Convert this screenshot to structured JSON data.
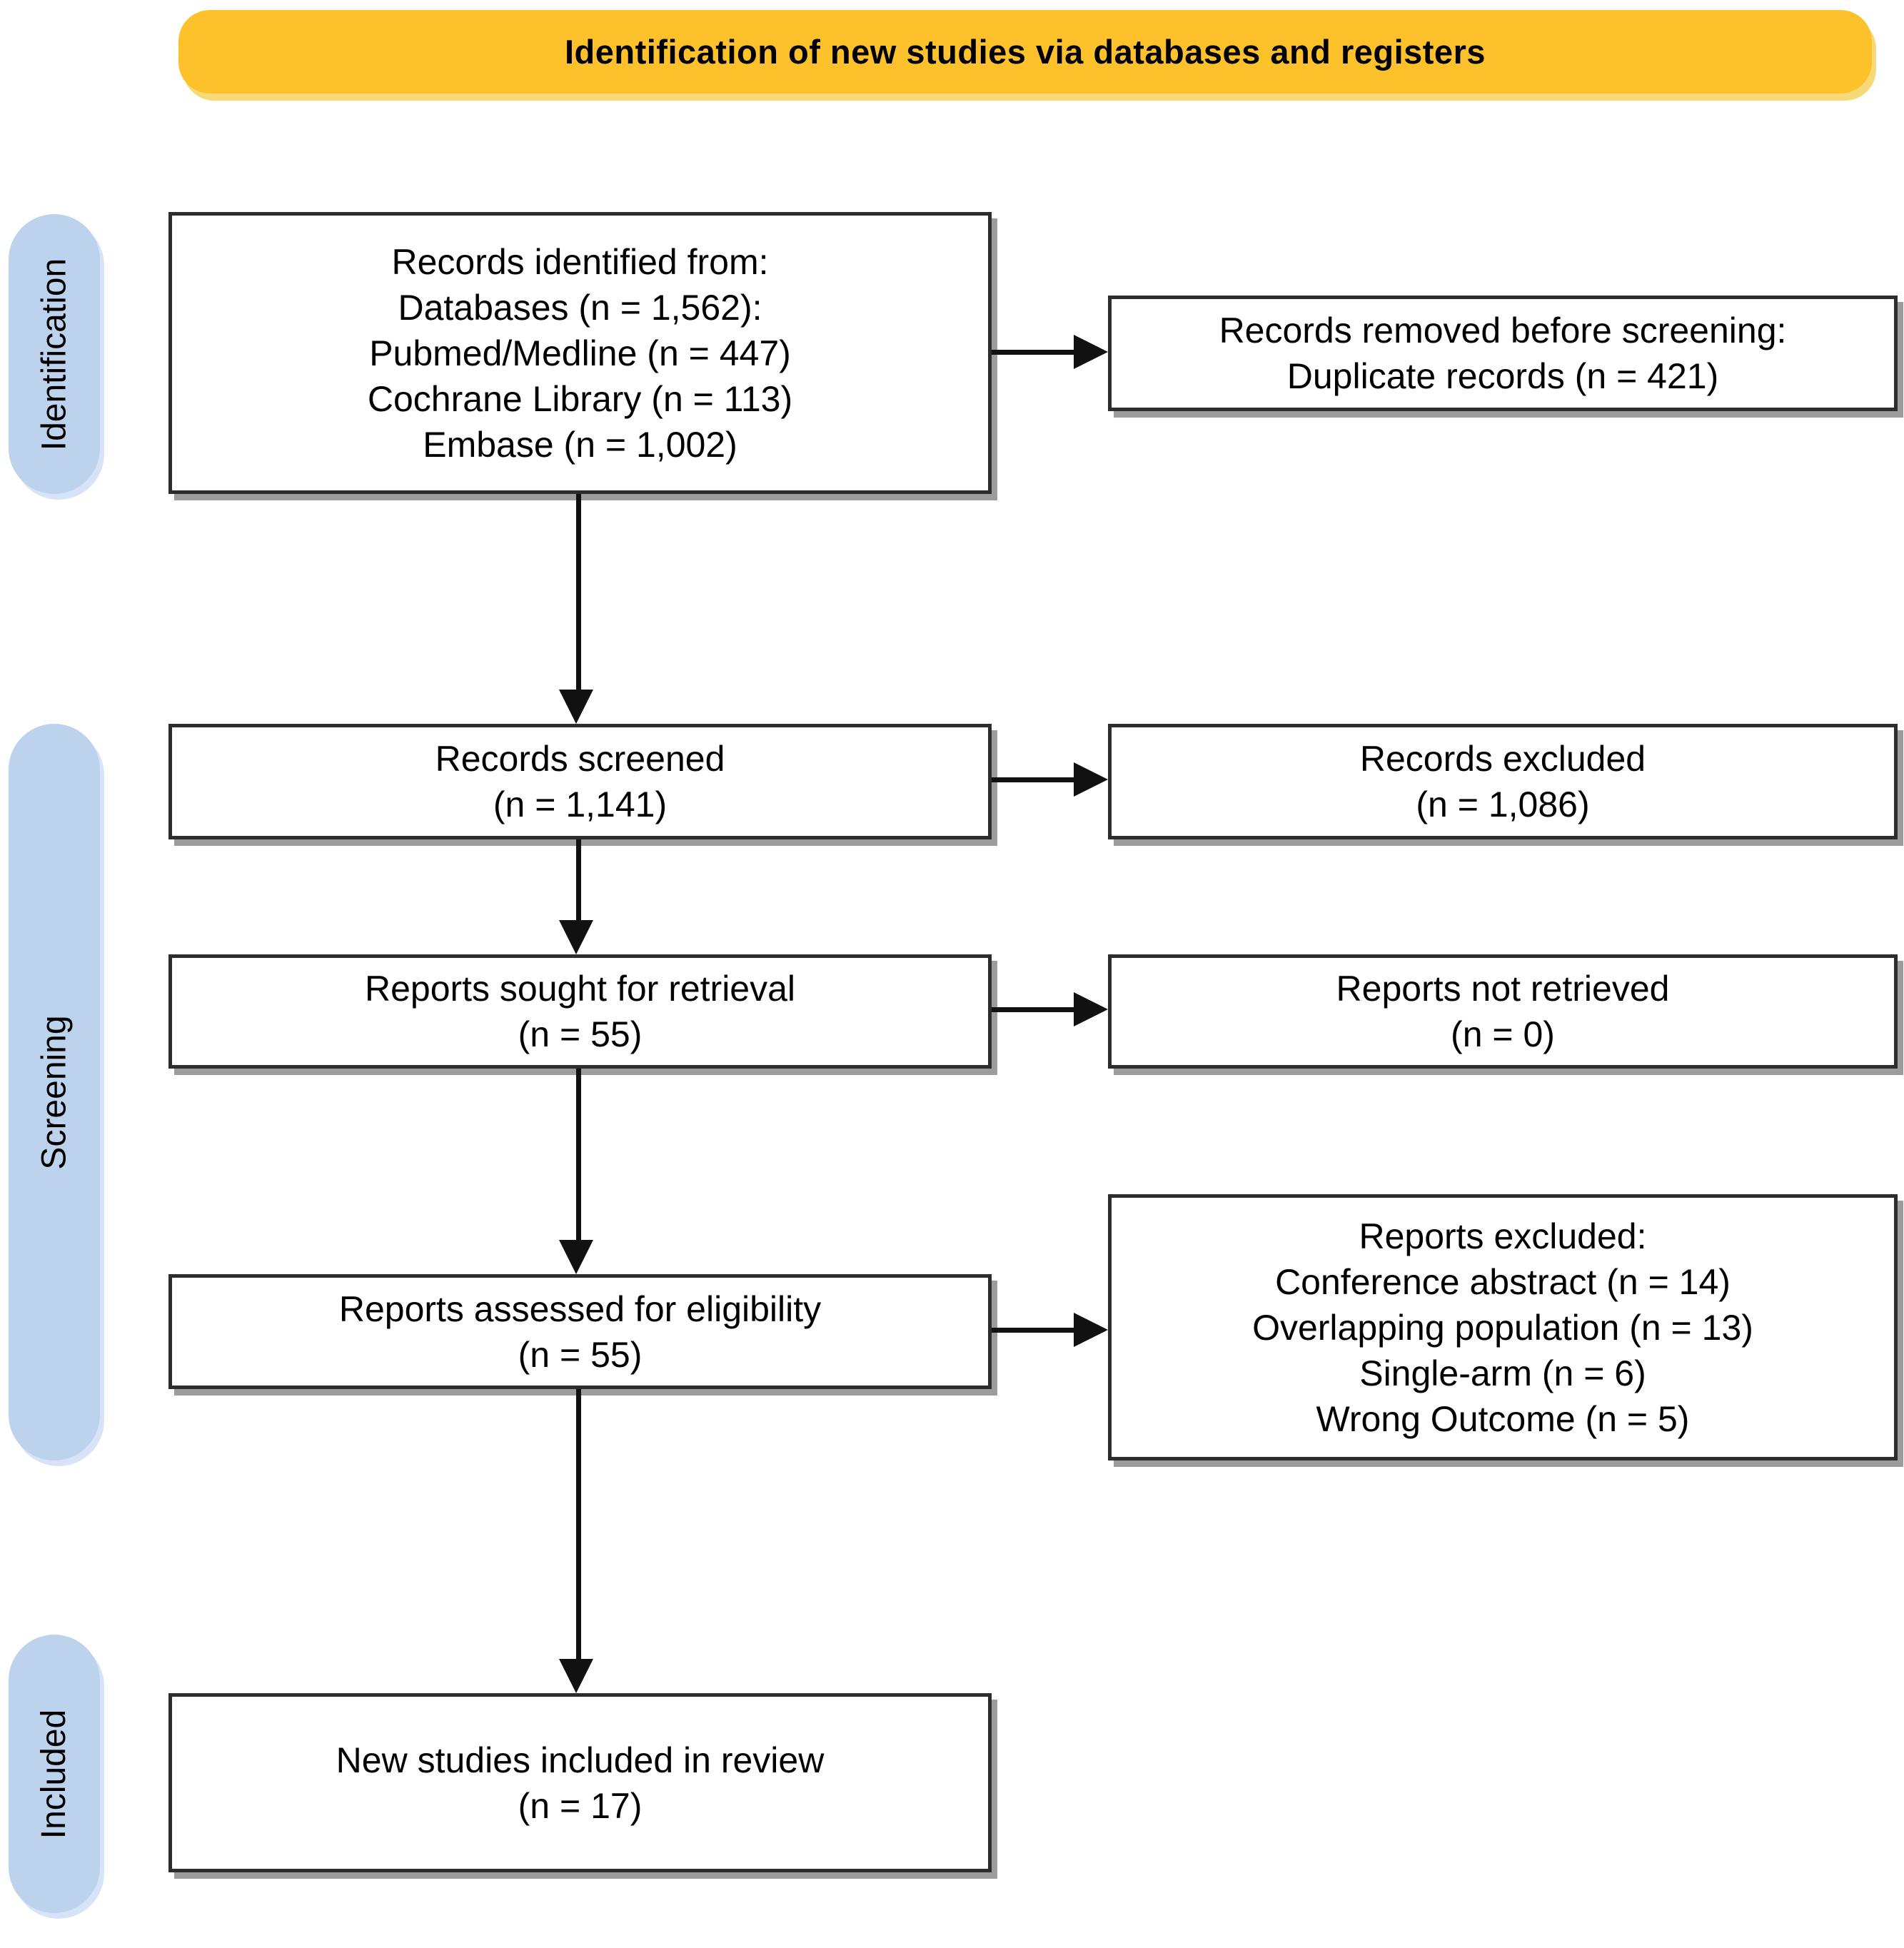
{
  "colors": {
    "banner_fill": "#FDC12B",
    "banner_shadow": "#F8D978",
    "pill_fill": "#BDD2ED",
    "pill_shadow": "#D7E3F6",
    "box_border": "#2D2D2D",
    "box_shadow": "#9C9C9C",
    "arrow": "#111111",
    "text": "#000000"
  },
  "banner": {
    "title": "Identification of new studies via databases and registers"
  },
  "stages": [
    {
      "label": "Identification"
    },
    {
      "label": "Screening"
    },
    {
      "label": "Included"
    }
  ],
  "boxes": {
    "records_identified": {
      "lines": [
        "Records identified from:",
        "Databases (n = 1,562):",
        "Pubmed/Medline (n = 447)",
        "Cochrane Library (n = 113)",
        "Embase (n = 1,002)"
      ]
    },
    "records_removed": {
      "lines": [
        "Records removed before screening:",
        "Duplicate records (n = 421)"
      ]
    },
    "records_screened": {
      "lines": [
        "Records screened",
        "(n = 1,141)"
      ]
    },
    "records_excluded": {
      "lines": [
        "Records excluded",
        "(n = 1,086)"
      ]
    },
    "reports_sought": {
      "lines": [
        "Reports sought for retrieval",
        "(n = 55)"
      ]
    },
    "reports_not_retrieved": {
      "lines": [
        "Reports not retrieved",
        "(n = 0)"
      ]
    },
    "reports_assessed": {
      "lines": [
        "Reports assessed for eligibility",
        "(n = 55)"
      ]
    },
    "reports_excluded": {
      "lines": [
        "Reports excluded:",
        "Conference abstract (n = 14)",
        "Overlapping population (n = 13)",
        "Single-arm (n = 6)",
        "Wrong Outcome (n = 5)"
      ]
    },
    "new_studies_included": {
      "lines": [
        "New studies included in review",
        "(n = 17)"
      ]
    }
  }
}
